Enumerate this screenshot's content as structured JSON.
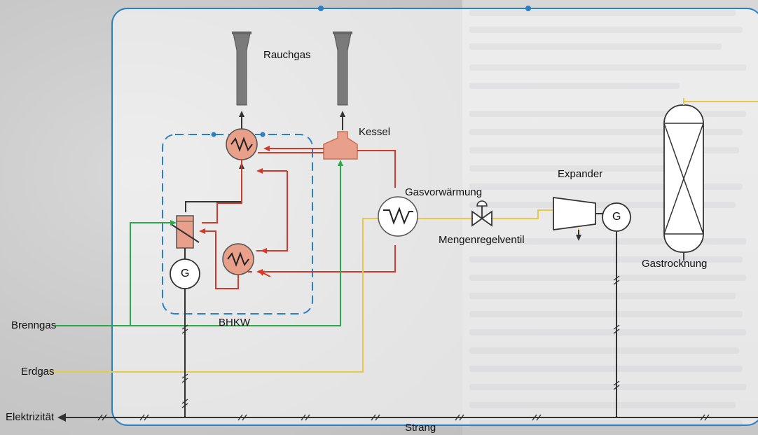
{
  "labels": {
    "rauchgas": "Rauchgas",
    "kessel": "Kessel",
    "gasvorwaermung": "Gasvorwärmung",
    "expander": "Expander",
    "mengenregelventil": "Mengenregelventil",
    "gastrocknung": "Gastrocknung",
    "bhkw": "BHKW",
    "brenngas": "Brenngas",
    "erdgas": "Erdgas",
    "elektrizitaet": "Elektrizität",
    "strang": "Strang",
    "generator_bhkw": "G",
    "generator_expander": "G"
  },
  "colors": {
    "frame_blue": "#2a7fc7",
    "fuel_green": "#2aa84a",
    "gas_yellow": "#e8c84a",
    "heat_red": "#d03a2a",
    "exhaust_dark": "#333333",
    "electric_dark": "#333333",
    "equipment_fill": "#e9a08a",
    "stack_grey": "#7a7a7a"
  }
}
